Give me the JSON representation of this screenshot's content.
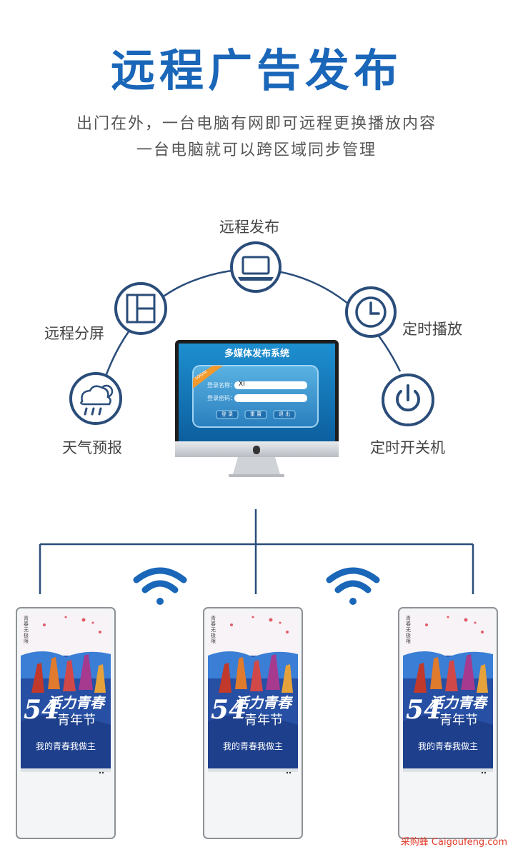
{
  "header": {
    "title": "远程广告发布",
    "subtitle_line1": "出门在外，一台电脑有网即可远程更换播放内容",
    "subtitle_line2": "一台电脑就可以跨区域同步管理"
  },
  "features": {
    "remote_publish": "远程发布",
    "remote_split": "远程分屏",
    "timed_play": "定时播放",
    "weather": "天气预报",
    "timed_power": "定时开关机"
  },
  "monitor": {
    "window_title": "多媒体发布系统",
    "badge": "LOGIN",
    "username_label": "登录名称：",
    "username_value": "XI",
    "password_label": "登录密码：",
    "buttons": [
      "登 录",
      "重 置",
      "退 出"
    ]
  },
  "kiosk": {
    "brand": "青春无极限",
    "headline": "活力青春",
    "number": "54",
    "festival": "青年节",
    "slogan": "我的青春我做主"
  },
  "watermark": "采购蜂 Caigoufeng.com",
  "colors": {
    "brand_blue": "#1a66b8",
    "line_navy": "#2a4d7a",
    "watermark_red": "#e23c2a"
  }
}
